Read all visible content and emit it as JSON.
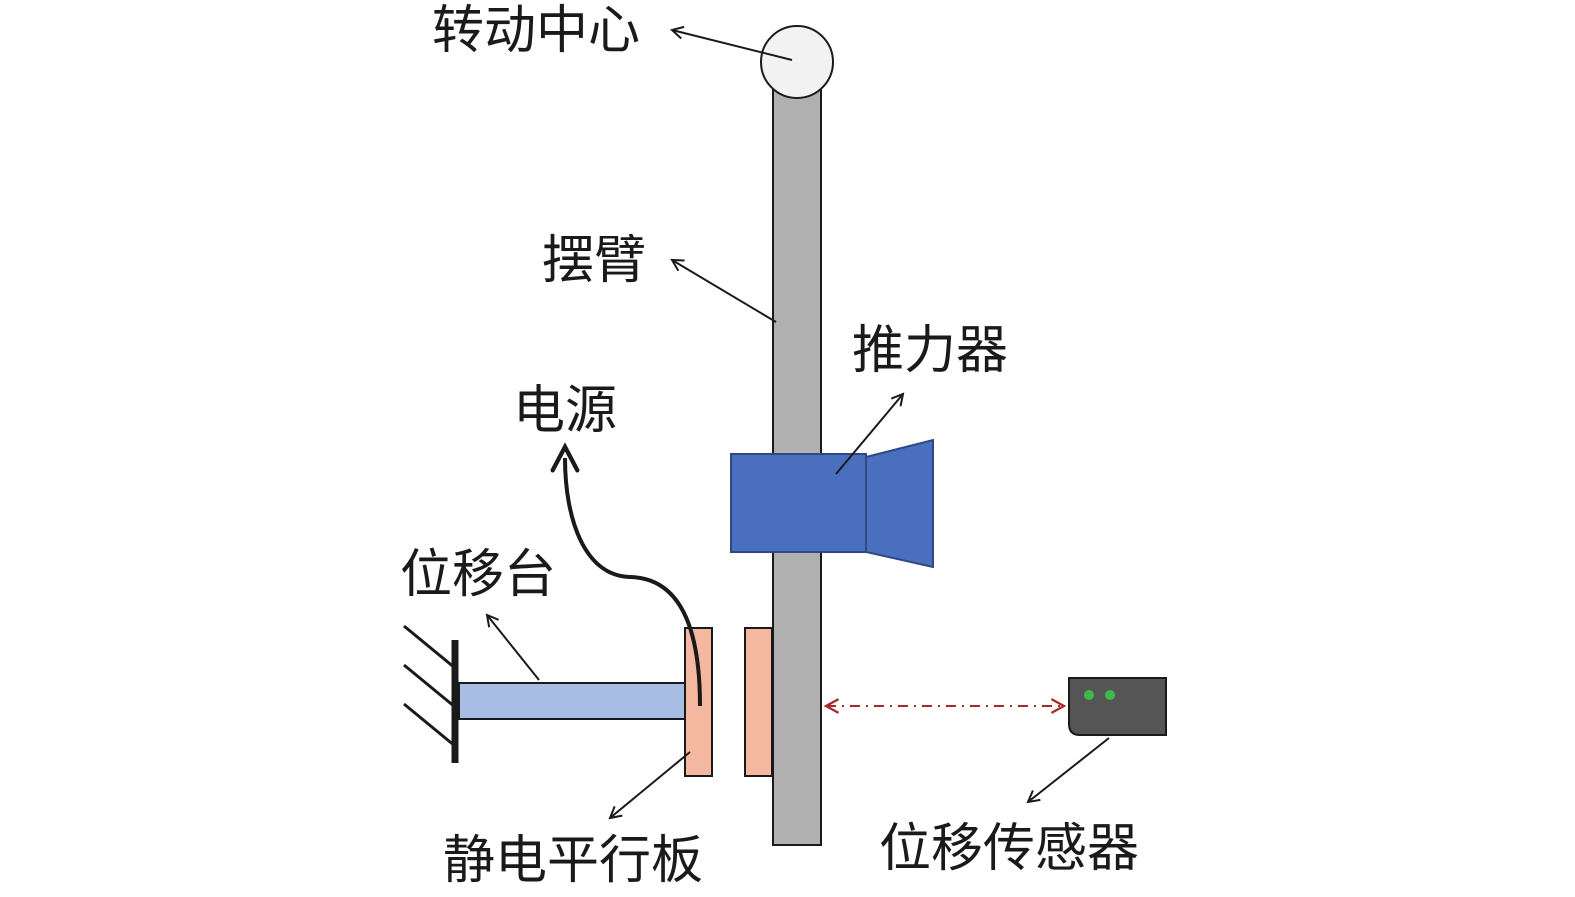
{
  "labels": {
    "rotation_center": "转动中心",
    "arm": "摆臂",
    "thruster": "推力器",
    "power_supply": "电源",
    "displacement_stage": "位移台",
    "electrostatic_plates": "静电平行板",
    "displacement_sensor": "位移传感器"
  },
  "colors": {
    "arm": "#b0b0b0",
    "pivot": "#f2f2f2",
    "thruster": "#4a6fbf",
    "stage_rod": "#a8bde3",
    "plate": "#f4b8a0",
    "sensor_body": "#555555",
    "sensor_led": "#3dbb4a",
    "measure_line": "#a52a2a",
    "outline": "#1a1a1a"
  },
  "icons": {
    "sensor_led_count": 2
  }
}
